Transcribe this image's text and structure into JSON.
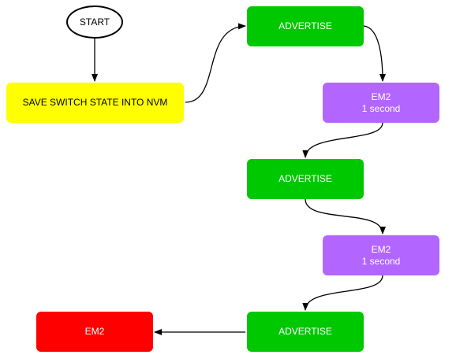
{
  "nodes": {
    "start": {
      "label": "START"
    },
    "save_switch_state": {
      "label": "SAVE SWITCH STATE INTO NVM"
    },
    "advertise_1": {
      "label": "ADVERTISE"
    },
    "em2_1": {
      "label": "EM2",
      "sublabel": "1 second"
    },
    "advertise_2": {
      "label": "ADVERTISE"
    },
    "em2_2": {
      "label": "EM2",
      "sublabel": "1 second"
    },
    "advertise_3": {
      "label": "ADVERTISE"
    },
    "em2_final": {
      "label": "EM2"
    }
  },
  "edges": [
    {
      "from": "start",
      "to": "save_switch_state"
    },
    {
      "from": "save_switch_state",
      "to": "advertise_1"
    },
    {
      "from": "advertise_1",
      "to": "em2_1"
    },
    {
      "from": "em2_1",
      "to": "advertise_2"
    },
    {
      "from": "advertise_2",
      "to": "em2_2"
    },
    {
      "from": "em2_2",
      "to": "advertise_3"
    },
    {
      "from": "advertise_3",
      "to": "em2_final"
    }
  ],
  "colors": {
    "start_fill": "#ffffff",
    "save_fill": "#ffff00",
    "advertise_fill": "#00c800",
    "em2_fill": "#b266ff",
    "em2_final_fill": "#ff0000",
    "edge": "#000000"
  }
}
